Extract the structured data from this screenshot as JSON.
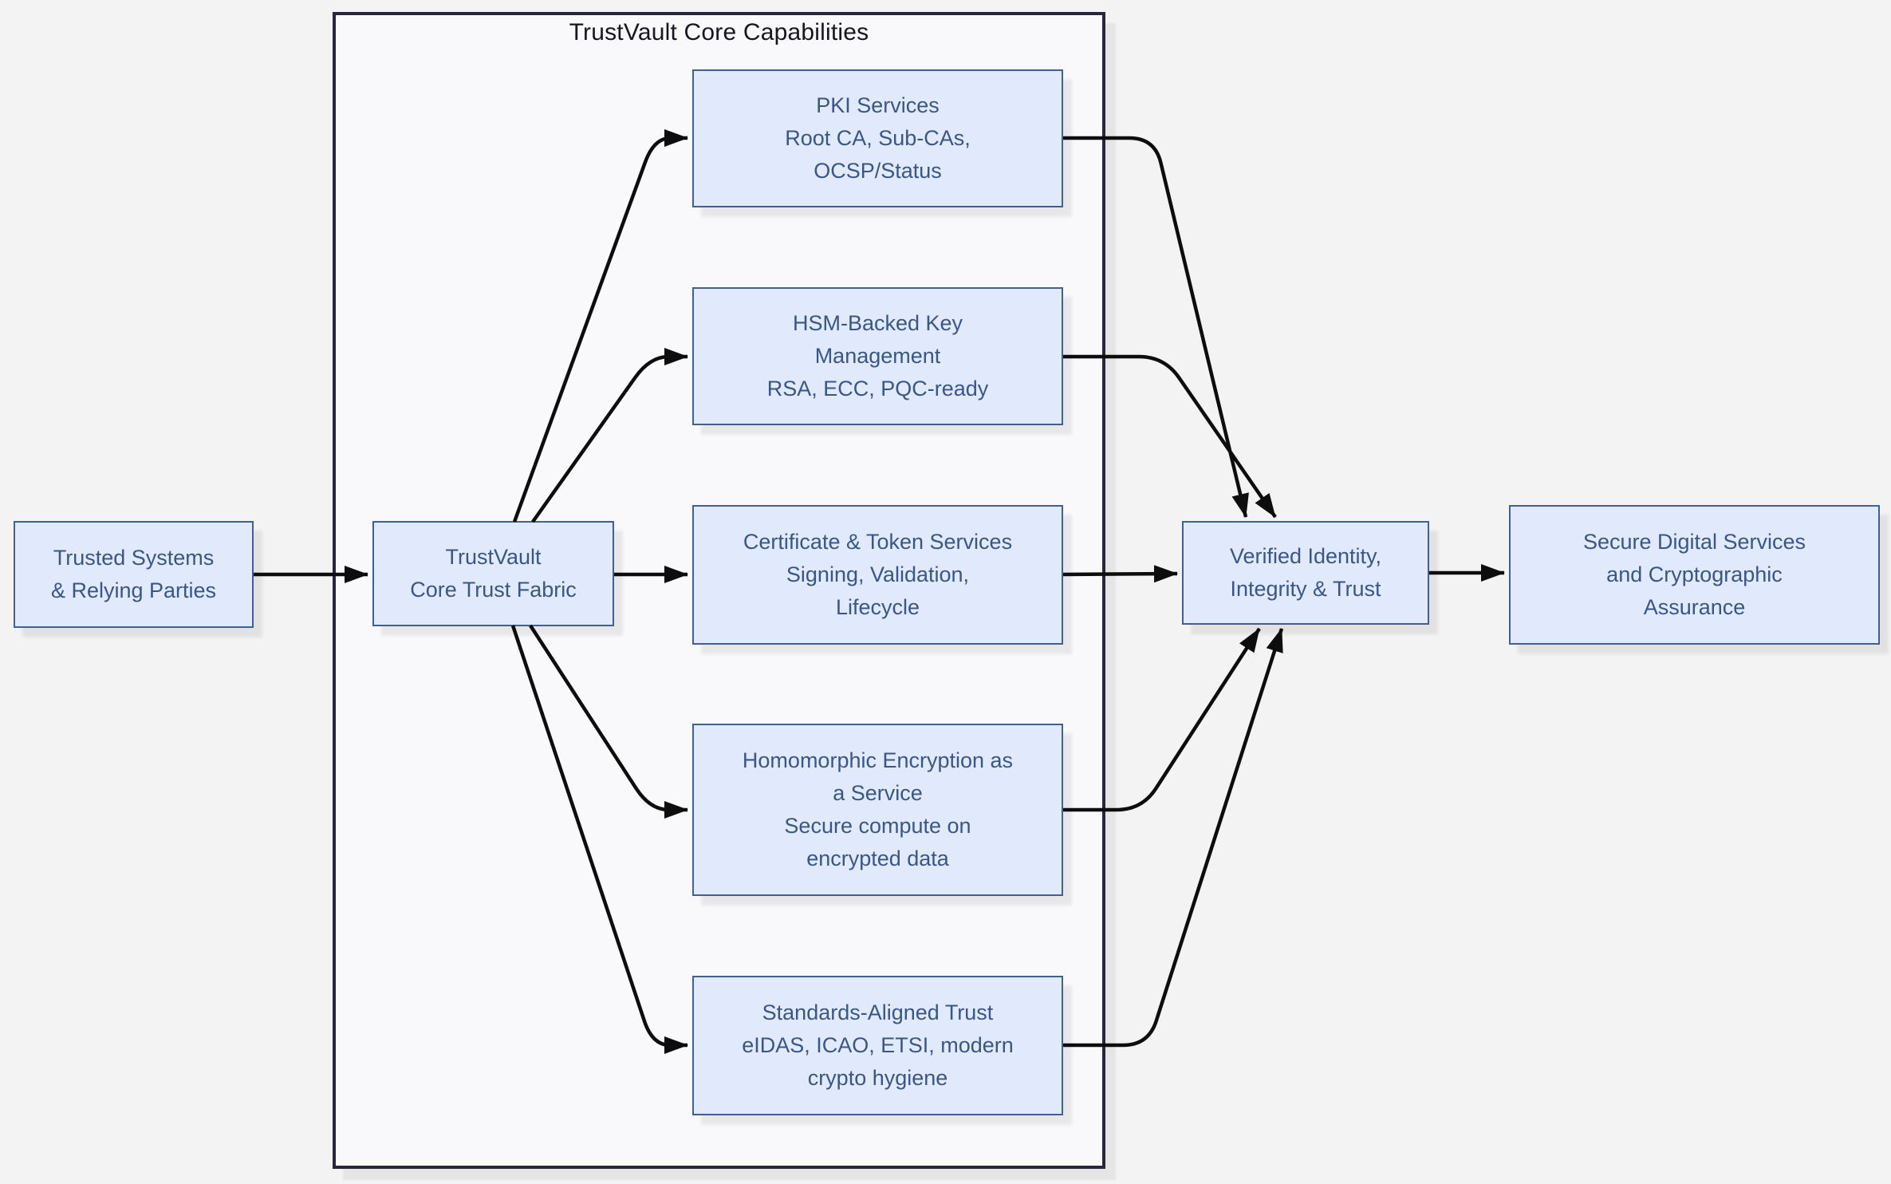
{
  "diagram": {
    "cluster_title": "TrustVault Core Capabilities",
    "colors": {
      "page_background": "#f3f3f4",
      "cluster_fill": "#f9f9fb",
      "cluster_border": "#26263c",
      "node_fill": "#e1e9fc",
      "node_border": "#42608f",
      "node_text": "#3a5684",
      "title_text": "#16161f",
      "arrow": "#0d0d0d"
    },
    "nodes": [
      {
        "id": "trusted-systems",
        "lines": [
          "Trusted Systems",
          "& Relying Parties"
        ]
      },
      {
        "id": "trust-fabric",
        "lines": [
          "TrustVault",
          "Core Trust Fabric"
        ]
      },
      {
        "id": "pki-services",
        "lines": [
          "PKI Services",
          "Root CA, Sub-CAs,",
          "OCSP/Status"
        ]
      },
      {
        "id": "hsm-key-management",
        "lines": [
          "HSM-Backed Key",
          "Management",
          "RSA, ECC, PQC-ready"
        ]
      },
      {
        "id": "cert-token-services",
        "lines": [
          "Certificate & Token Services",
          "Signing, Validation,",
          "Lifecycle"
        ]
      },
      {
        "id": "homomorphic-encryption",
        "lines": [
          "Homomorphic Encryption as",
          "a Service",
          "Secure compute on",
          "encrypted data"
        ]
      },
      {
        "id": "standards-aligned-trust",
        "lines": [
          "Standards-Aligned Trust",
          "eIDAS, ICAO, ETSI, modern",
          "crypto hygiene"
        ]
      },
      {
        "id": "verified-identity",
        "lines": [
          "Verified Identity,",
          "Integrity & Trust"
        ]
      },
      {
        "id": "secure-digital-services",
        "lines": [
          "Secure Digital Services",
          "and Cryptographic",
          "Assurance"
        ]
      }
    ],
    "edges": [
      {
        "from": "trusted-systems",
        "to": "trust-fabric"
      },
      {
        "from": "trust-fabric",
        "to": "pki-services"
      },
      {
        "from": "trust-fabric",
        "to": "hsm-key-management"
      },
      {
        "from": "trust-fabric",
        "to": "cert-token-services"
      },
      {
        "from": "trust-fabric",
        "to": "homomorphic-encryption"
      },
      {
        "from": "trust-fabric",
        "to": "standards-aligned-trust"
      },
      {
        "from": "pki-services",
        "to": "verified-identity"
      },
      {
        "from": "hsm-key-management",
        "to": "verified-identity"
      },
      {
        "from": "cert-token-services",
        "to": "verified-identity"
      },
      {
        "from": "homomorphic-encryption",
        "to": "verified-identity"
      },
      {
        "from": "standards-aligned-trust",
        "to": "verified-identity"
      },
      {
        "from": "verified-identity",
        "to": "secure-digital-services"
      }
    ]
  }
}
